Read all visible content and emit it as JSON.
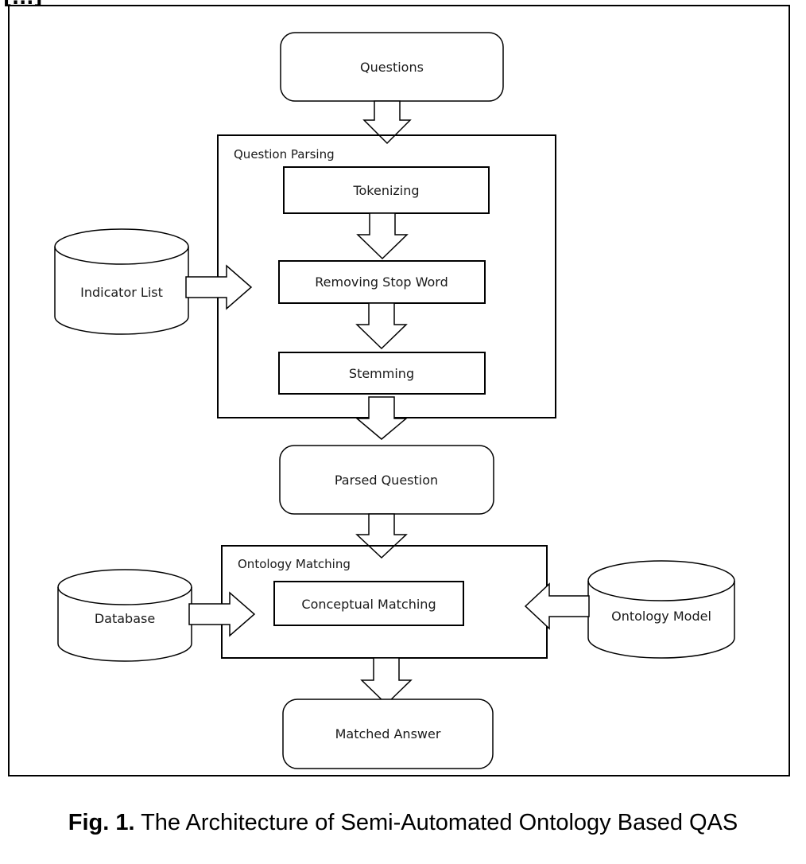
{
  "figure": {
    "heading_fragment": "[...]",
    "caption_label": "Fig. 1.",
    "caption_text": "The Architecture of Semi-Automated Ontology Based QAS"
  },
  "groups": {
    "question_parsing": "Question Parsing",
    "ontology_matching": "Ontology Matching"
  },
  "nodes": {
    "questions": "Questions",
    "tokenizing": "Tokenizing",
    "removing_stop_word": "Removing Stop Word",
    "stemming": "Stemming",
    "parsed_question": "Parsed Question",
    "conceptual_matching": "Conceptual Matching",
    "matched_answer": "Matched Answer"
  },
  "data_stores": {
    "indicator_list": "Indicator List",
    "database": "Database",
    "ontology_model": "Ontology Model"
  }
}
